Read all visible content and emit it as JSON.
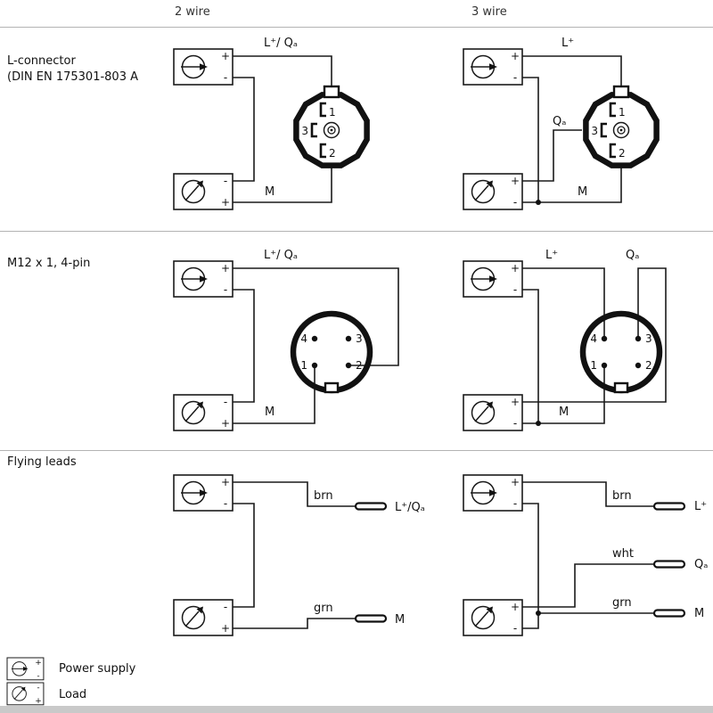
{
  "header": {
    "col_2wire": "2 wire",
    "col_3wire": "3 wire"
  },
  "rows": [
    {
      "label_line1": "L-connector",
      "label_line2": "(DIN EN 175301-803 A"
    },
    {
      "label_line1": "M12 x 1, 4-pin",
      "label_line2": ""
    },
    {
      "label_line1": "Flying leads",
      "label_line2": ""
    }
  ],
  "signals": {
    "l_plus_qa": "L⁺/ Qₐ",
    "l_plus_qa_tight": "L⁺/Qₐ",
    "l_plus": "L⁺",
    "qa": "Qₐ",
    "m": "M"
  },
  "pins": {
    "p1": "1",
    "p2": "2",
    "p3": "3",
    "p4": "4"
  },
  "terminals": {
    "plus": "+",
    "minus": "-"
  },
  "wire_colors": {
    "brown": "brn",
    "white": "wht",
    "green": "grn"
  },
  "legend": {
    "power_supply": "Power supply",
    "load": "Load"
  },
  "colors": {
    "divider": "#b3b3b3",
    "footer_bar": "#c9c9c9",
    "line": "#1a1a1a",
    "background": "#ffffff"
  }
}
